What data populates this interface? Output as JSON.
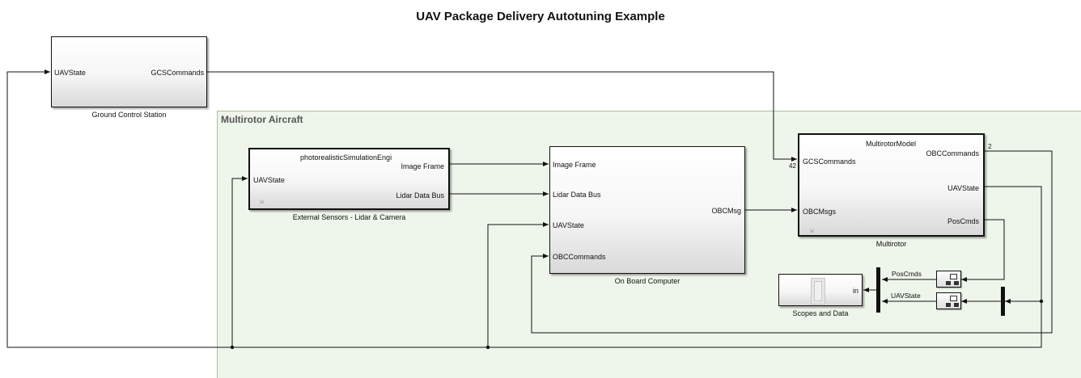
{
  "diagram": {
    "title": "UAV Package Delivery Autotuning Example",
    "area_label": "Multirotor Aircraft",
    "blocks": {
      "ground_control": {
        "name": "Ground Control Station",
        "in_ports": [
          "UAVState"
        ],
        "out_ports": [
          "GCSCommands"
        ]
      },
      "external_sensors": {
        "name": "External Sensors - Lidar & Camera",
        "model": "photorealisticSimulationEngi",
        "in_ports": [
          "UAVState"
        ],
        "out_ports": [
          "Image Frame",
          "Lidar Data Bus"
        ]
      },
      "on_board_computer": {
        "name": "On Board Computer",
        "in_ports": [
          "Image Frame",
          "Lidar Data Bus",
          "UAVState",
          "OBCCommands"
        ],
        "out_ports": [
          "OBCMsg"
        ]
      },
      "multirotor": {
        "name": "Multirotor",
        "model": "MultirotorModel",
        "in_ports": [
          "GCSCommands",
          "OBCMsgs"
        ],
        "out_ports": [
          "OBCCommands",
          "UAVState",
          "PosCmds"
        ]
      },
      "scopes": {
        "name": "Scopes and Data",
        "in_ports": [
          "in"
        ]
      }
    },
    "signals": {
      "poscmds": "PosCmds",
      "uavstate": "UAVState",
      "width_42": "42",
      "width_2": "2"
    },
    "colors": {
      "area_fill": "#eef5ea",
      "area_border": "#a9c29e",
      "line": "#111111"
    }
  }
}
